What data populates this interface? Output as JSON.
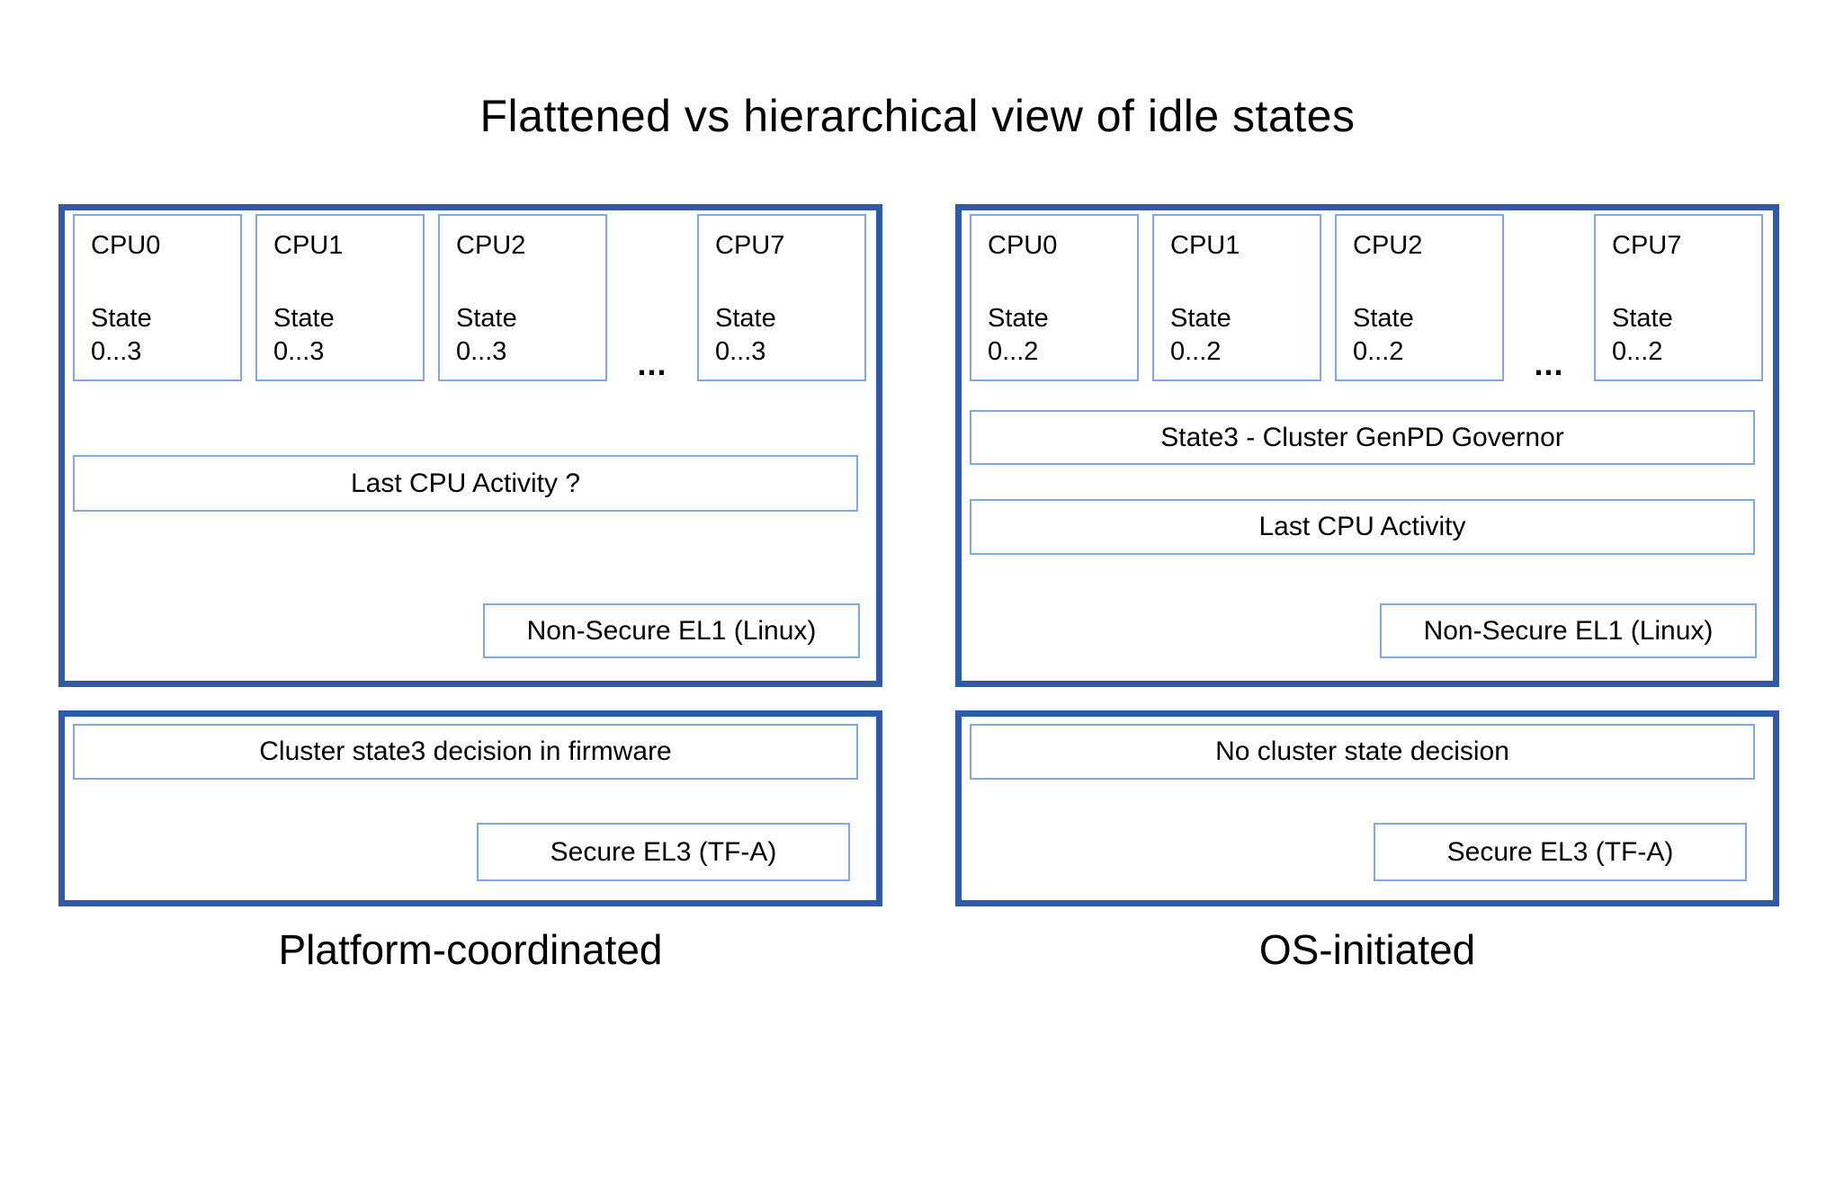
{
  "title": "Flattened vs hierarchical view of idle states",
  "colors": {
    "outer_border": "#2d5ba9",
    "inner_border": "#7fa8e8",
    "text": "#000000",
    "background": "#ffffff"
  },
  "left": {
    "caption": "Platform-coordinated",
    "cpus": [
      {
        "name": "CPU0",
        "state_word": "State",
        "state_range": "0...3"
      },
      {
        "name": "CPU1",
        "state_word": "State",
        "state_range": "0...3"
      },
      {
        "name": "CPU2",
        "state_word": "State",
        "state_range": "0...3"
      },
      {
        "name": "CPU7",
        "state_word": "State",
        "state_range": "0...3"
      }
    ],
    "ellipsis": "...",
    "last_cpu_activity": "Last CPU Activity ?",
    "el1": "Non-Secure EL1 (Linux)",
    "firmware_decision": "Cluster state3 decision in firmware",
    "el3": "Secure EL3 (TF-A)"
  },
  "right": {
    "caption": "OS-initiated",
    "cpus": [
      {
        "name": "CPU0",
        "state_word": "State",
        "state_range": "0...2"
      },
      {
        "name": "CPU1",
        "state_word": "State",
        "state_range": "0...2"
      },
      {
        "name": "CPU2",
        "state_word": "State",
        "state_range": "0...2"
      },
      {
        "name": "CPU7",
        "state_word": "State",
        "state_range": "0...2"
      }
    ],
    "ellipsis": "...",
    "genpd_governor": "State3 - Cluster GenPD Governor",
    "last_cpu_activity": "Last CPU Activity",
    "el1": "Non-Secure EL1 (Linux)",
    "cluster_decision": "No cluster state decision",
    "el3": "Secure EL3 (TF-A)"
  }
}
